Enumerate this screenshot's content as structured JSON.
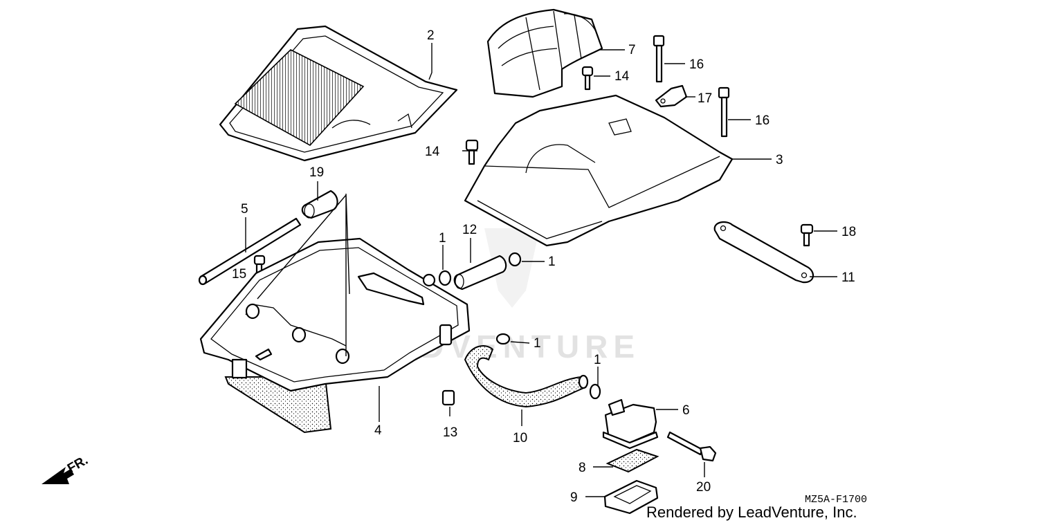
{
  "diagram": {
    "code": "MZ5A-F1700",
    "credit": "Rendered by LeadVenture, Inc.",
    "watermark": "LEADVENTURE",
    "front_label": "FR."
  },
  "callouts": [
    {
      "id": "c2",
      "label": "2"
    },
    {
      "id": "c7",
      "label": "7"
    },
    {
      "id": "c16a",
      "label": "16"
    },
    {
      "id": "c14a",
      "label": "14"
    },
    {
      "id": "c17",
      "label": "17"
    },
    {
      "id": "c16b",
      "label": "16"
    },
    {
      "id": "c14b",
      "label": "14"
    },
    {
      "id": "c3",
      "label": "3"
    },
    {
      "id": "c19",
      "label": "19"
    },
    {
      "id": "c5",
      "label": "5"
    },
    {
      "id": "c12",
      "label": "12"
    },
    {
      "id": "c1a",
      "label": "1"
    },
    {
      "id": "c1b",
      "label": "1"
    },
    {
      "id": "c18",
      "label": "18"
    },
    {
      "id": "c15",
      "label": "15"
    },
    {
      "id": "c11",
      "label": "11"
    },
    {
      "id": "c1c",
      "label": "1"
    },
    {
      "id": "c1d",
      "label": "1"
    },
    {
      "id": "c6",
      "label": "6"
    },
    {
      "id": "c4",
      "label": "4"
    },
    {
      "id": "c13",
      "label": "13"
    },
    {
      "id": "c10",
      "label": "10"
    },
    {
      "id": "c8",
      "label": "8"
    },
    {
      "id": "c20",
      "label": "20"
    },
    {
      "id": "c9",
      "label": "9"
    }
  ]
}
